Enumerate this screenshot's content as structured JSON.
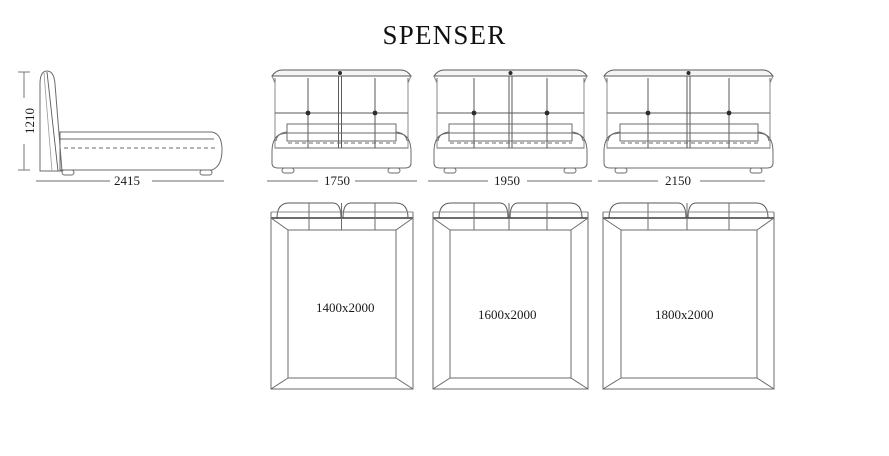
{
  "drawing": {
    "title": "SPENSER",
    "line_color": "#6b6b6b",
    "line_color_dark": "#3d3d3d",
    "text_color": "#1a1a1a",
    "background": "#ffffff"
  },
  "side_view": {
    "name": "side-elevation",
    "height_dimension": "1210",
    "length_dimension": "2415"
  },
  "front_views": [
    {
      "name": "front-elevation-1",
      "width_dimension": "1750"
    },
    {
      "name": "front-elevation-2",
      "width_dimension": "1950"
    },
    {
      "name": "front-elevation-3",
      "width_dimension": "2150"
    }
  ],
  "plan_views": [
    {
      "name": "plan-view-1",
      "mattress_size": "1400x2000"
    },
    {
      "name": "plan-view-2",
      "mattress_size": "1600x2000"
    },
    {
      "name": "plan-view-3",
      "mattress_size": "1800x2000"
    }
  ]
}
